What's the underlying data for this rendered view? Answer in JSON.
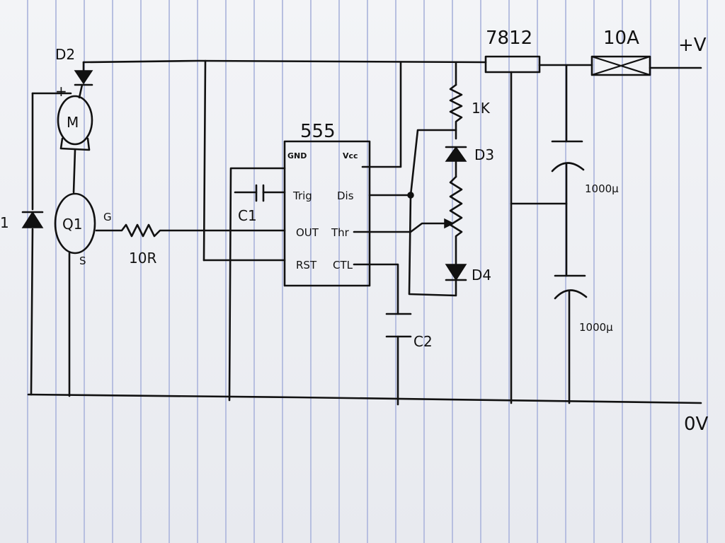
{
  "supply": {
    "positive_label": "+V",
    "ground_label": "0V"
  },
  "fuse": {
    "label": "10A"
  },
  "regulator": {
    "label": "7812"
  },
  "capacitors": {
    "c_top_label": "1000µ",
    "c_bottom_label": "1000µ",
    "c1_label": "C1",
    "c2_label": "C2"
  },
  "timer_ic": {
    "label": "555",
    "pins": {
      "gnd": "GND",
      "vcc": "Vcc",
      "trig": "Trig",
      "dis": "Dis",
      "out": "OUT",
      "thr": "Thr",
      "rst": "RST",
      "ctl": "CTL"
    }
  },
  "resistors": {
    "r1_label": "1K",
    "gate_resistor_label": "10R"
  },
  "diodes": {
    "d2_label": "D2",
    "d3_label": "D3",
    "d4_label": "D4"
  },
  "motor": {
    "label": "M",
    "plus_label": "+"
  },
  "mosfet": {
    "label": "Q1",
    "gate_label": "G",
    "source_label": "S"
  },
  "edge_mark": "1",
  "icons": {
    "fuse": "fuse-symbol",
    "diode": "diode-symbol",
    "resistor": "resistor-zigzag",
    "capacitor": "capacitor-symbol",
    "potentiometer": "potentiometer-symbol",
    "motor": "motor-symbol",
    "mosfet": "transistor-circle"
  }
}
